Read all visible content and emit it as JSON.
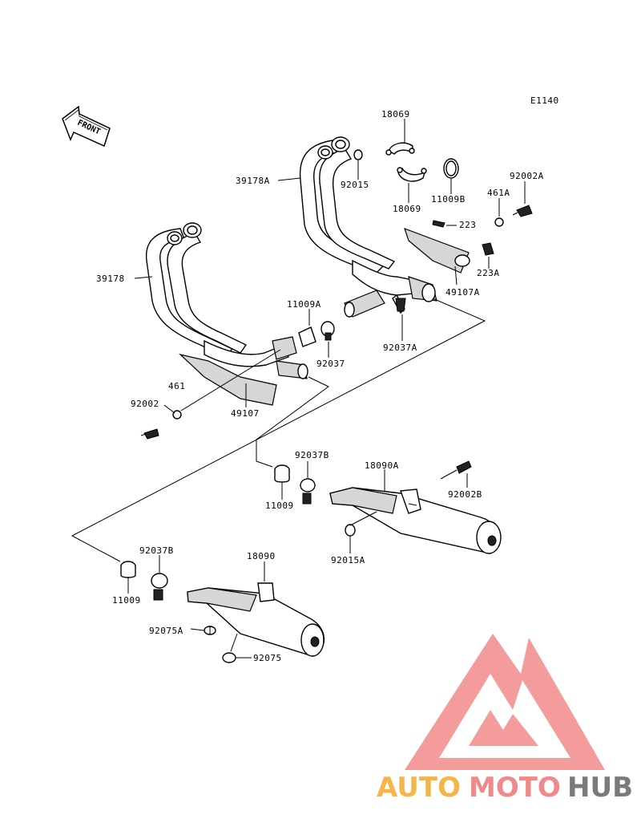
{
  "diagram": {
    "code": "E1140",
    "front_label": "FRONT",
    "labels": {
      "p18069_top": "18069",
      "p18069_bot": "18069",
      "p92015": "92015",
      "p39178A": "39178A",
      "p11009B": "11009B",
      "p92002A": "92002A",
      "p461A": "461A",
      "p223": "223",
      "p223A": "223A",
      "p49107A": "49107A",
      "p92037A": "92037A",
      "p39178": "39178",
      "p11009A": "11009A",
      "p92037": "92037",
      "p461": "461",
      "p92002": "92002",
      "p49107": "49107",
      "p92037B_top": "92037B",
      "p18090A": "18090A",
      "p92002B": "92002B",
      "p11009_top": "11009",
      "p92015A": "92015A",
      "p92037B_bot": "92037B",
      "p18090": "18090",
      "p11009_bot": "11009",
      "p92075A": "92075A",
      "p92075": "92075"
    }
  },
  "watermark": {
    "part1": "AUTO",
    "part2": "MOTO",
    "part3": "HUB",
    "colors": {
      "auto": "#f5b54a",
      "moto": "#f08a8a",
      "hub": "#7a7a7a",
      "triangle": "#f28b8b"
    }
  }
}
